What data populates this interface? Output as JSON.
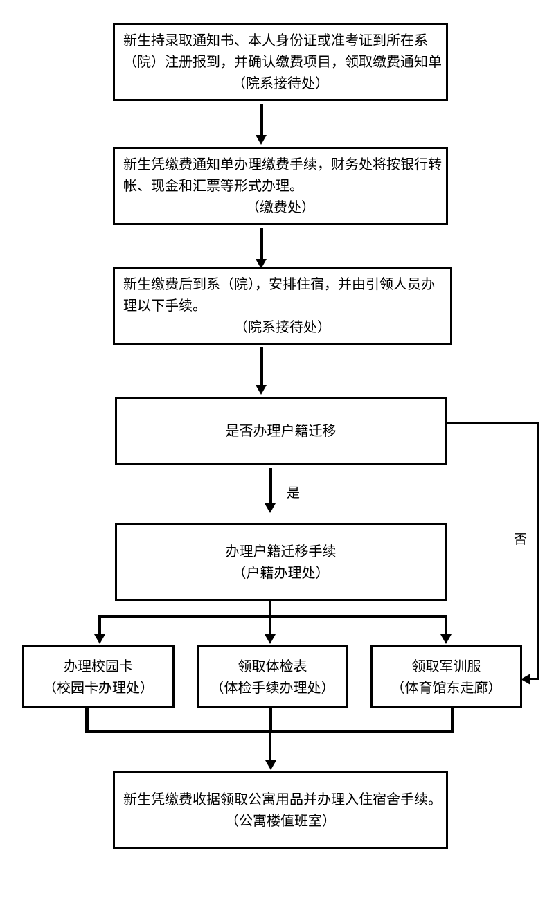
{
  "diagram": {
    "title_present": false,
    "type": "flowchart",
    "orientation": "top-to-bottom",
    "background_color": "#ffffff",
    "line_color": "#000000",
    "text_color": "#000000"
  },
  "nodes": [
    {
      "id": "n1",
      "name": "registration-step",
      "shape": "rectangle",
      "align": "left",
      "lines": [
        "新生持录取通知书、本人身份证或准考证到所在系",
        "（院）注册报到，并确认缴费项目，领取缴费通知单",
        "（院系接待处）"
      ],
      "last_line_align": "center"
    },
    {
      "id": "n2",
      "name": "payment-step",
      "shape": "rectangle",
      "align": "left",
      "lines": [
        "新生凭缴费通知单办理缴费手续，财务处将按银行转",
        "帐、现金和汇票等形式办理。",
        "（缴费处）"
      ],
      "last_line_align": "center"
    },
    {
      "id": "n3",
      "name": "dormitory-arrangement-step",
      "shape": "rectangle",
      "align": "left",
      "lines": [
        "新生缴费后到系（院），安排住宿，并由引领人员办",
        "理以下手续。",
        "（院系接待处）"
      ],
      "last_line_align": "center"
    },
    {
      "id": "n4",
      "name": "household-transfer-decision",
      "shape": "rectangle",
      "align": "center",
      "lines": [
        "是否办理户籍迁移"
      ]
    },
    {
      "id": "n5",
      "name": "household-transfer-step",
      "shape": "rectangle",
      "align": "center",
      "lines": [
        "办理户籍迁移手续",
        "（户籍办理处）"
      ]
    },
    {
      "id": "n6",
      "name": "campus-card-step",
      "shape": "rectangle",
      "align": "center",
      "lines": [
        "办理校园卡",
        "（校园卡办理处）"
      ]
    },
    {
      "id": "n7",
      "name": "medical-form-step",
      "shape": "rectangle",
      "align": "center",
      "lines": [
        "领取体检表",
        "（体检手续办理处）"
      ]
    },
    {
      "id": "n8",
      "name": "military-uniform-step",
      "shape": "rectangle",
      "align": "center",
      "lines": [
        "领取军训服",
        "（体育馆东走廊）"
      ]
    },
    {
      "id": "n9",
      "name": "dormitory-checkin-step",
      "shape": "rectangle",
      "align": "left",
      "lines": [
        "新生凭缴费收据领取公寓用品并办理入住宿舍手续。",
        "（公寓楼值班室）"
      ],
      "last_line_align": "center"
    }
  ],
  "edge_labels": {
    "yes": "是",
    "no": "否"
  }
}
